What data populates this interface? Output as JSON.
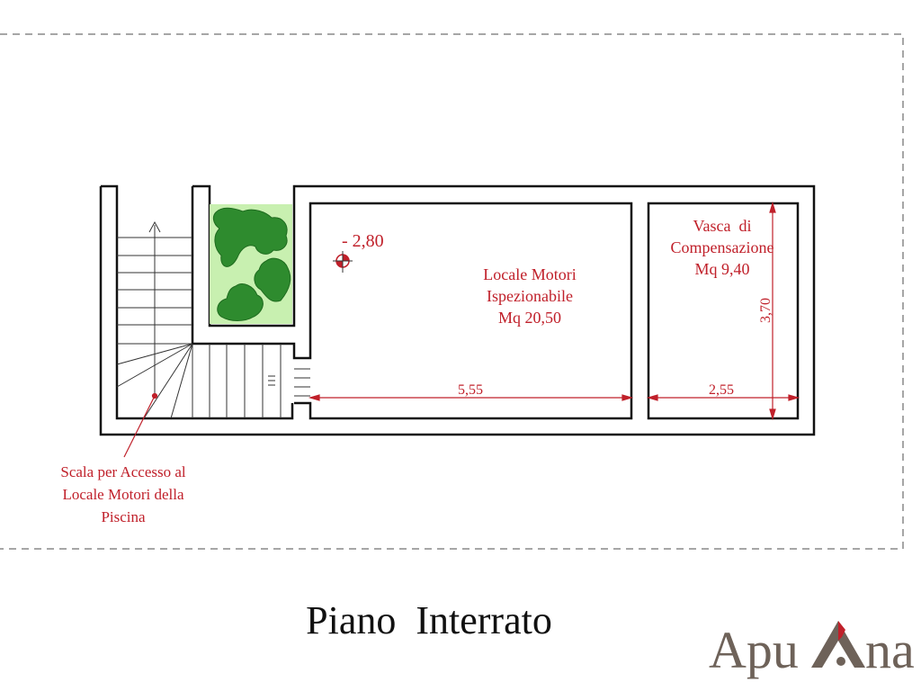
{
  "title": "Piano  Interrato",
  "logo": {
    "text_left": "Apu",
    "text_right": "na",
    "full": "Apuana"
  },
  "rooms": {
    "motori": {
      "line1": "Locale Motori",
      "line2": "Ispezionabile",
      "line3": "Mq 20,50"
    },
    "vasca": {
      "line1": "Vasca  di",
      "line2": "Compensazione",
      "line3": "Mq 9,40"
    }
  },
  "level": "- 2,80",
  "dimensions": {
    "motori_width": "5,55",
    "vasca_width": "2,55",
    "vasca_height": "3,70"
  },
  "stair_note": {
    "line1": "Scala per Accesso al",
    "line2": "Locale Motori della",
    "line3": "Piscina"
  },
  "colors": {
    "annotation": "#c0202a",
    "wall": "#111111",
    "garden": "#c8f0b0",
    "tree": "#2e8b2e",
    "boundary": "#888888",
    "logo": "#6e6259"
  }
}
